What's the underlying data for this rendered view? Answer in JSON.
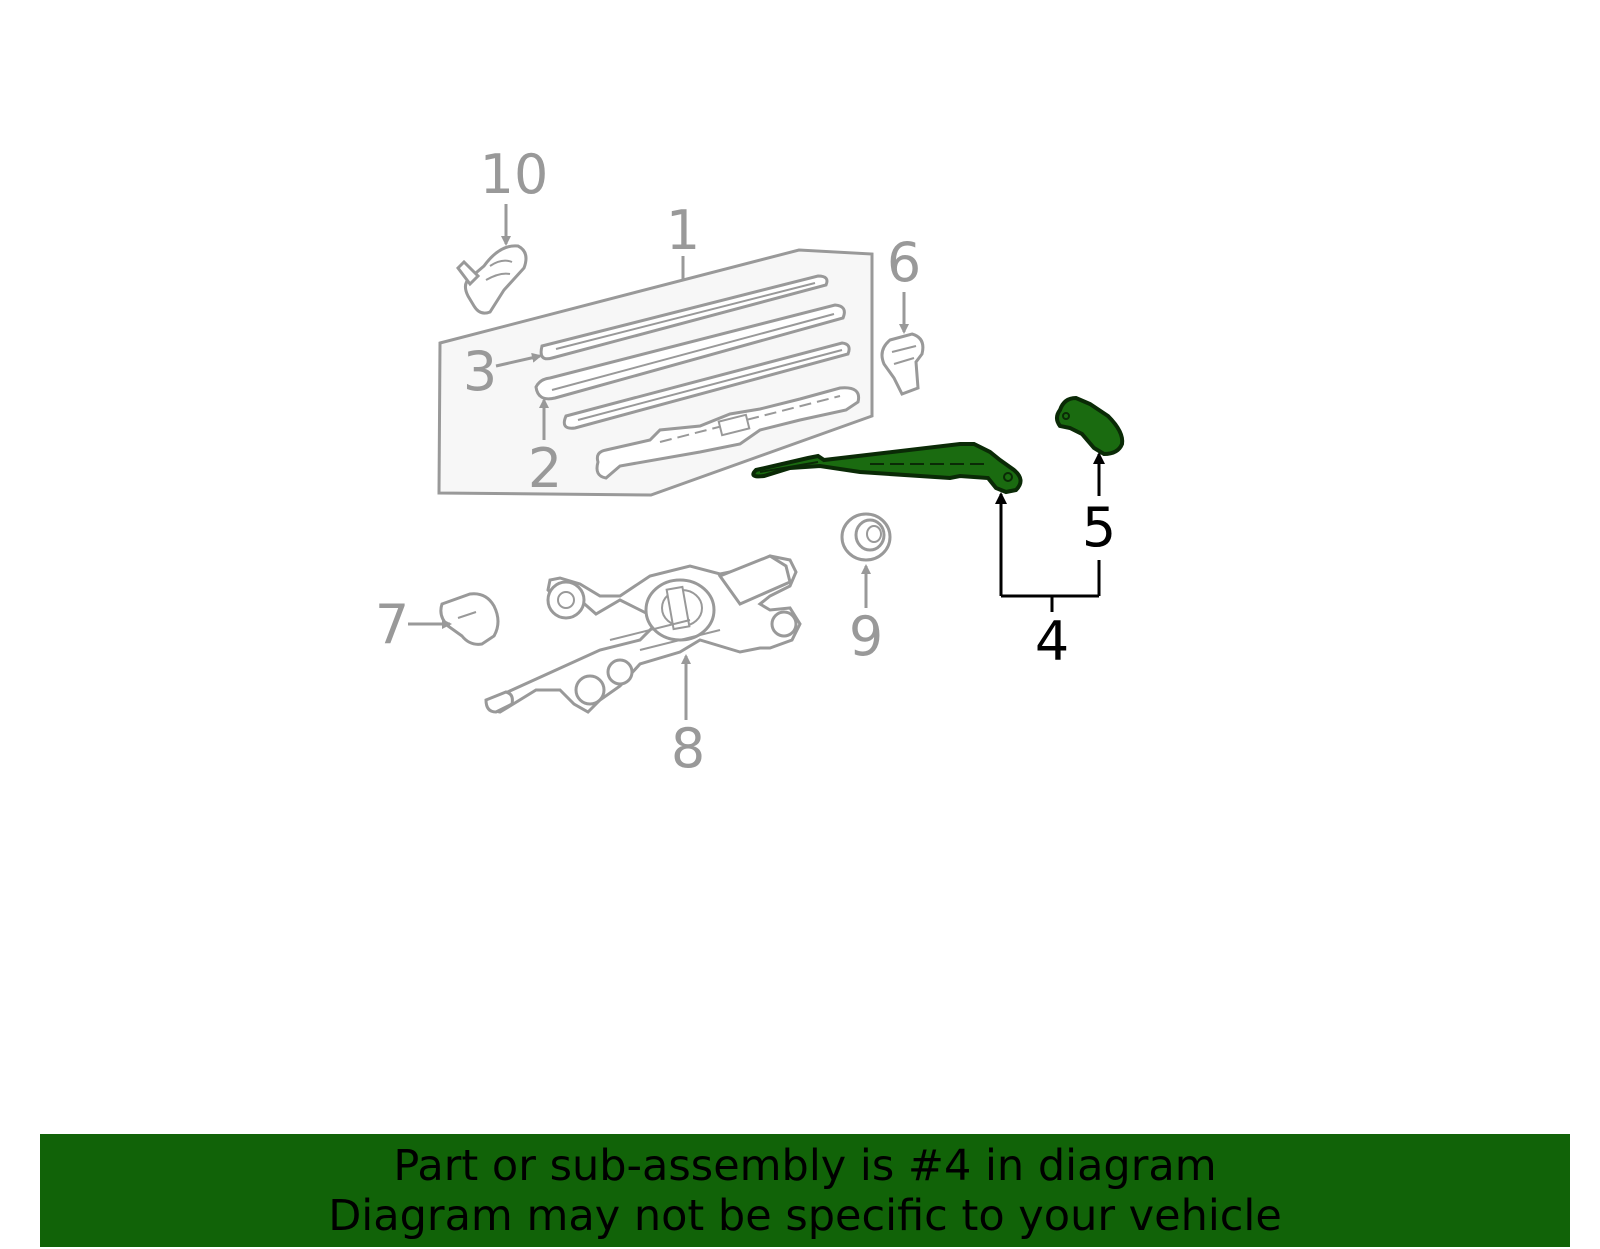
{
  "colors": {
    "background": "#ffffff",
    "faded_part": "#999999",
    "faded_fill": "#f7f7f7",
    "highlight_fill": "#1a6b10",
    "highlight_stroke": "#0a2a06",
    "banner": "#116308",
    "banner_text": "#000000"
  },
  "callouts": {
    "c1": "1",
    "c2": "2",
    "c3": "3",
    "c4": "4",
    "c5": "5",
    "c6": "6",
    "c7": "7",
    "c8": "8",
    "c9": "9",
    "c10": "10"
  },
  "highlighted_callout": "4",
  "banner": {
    "line1": "Part or sub-assembly is #4 in diagram",
    "line2": "Diagram may not be specific to your vehicle"
  }
}
